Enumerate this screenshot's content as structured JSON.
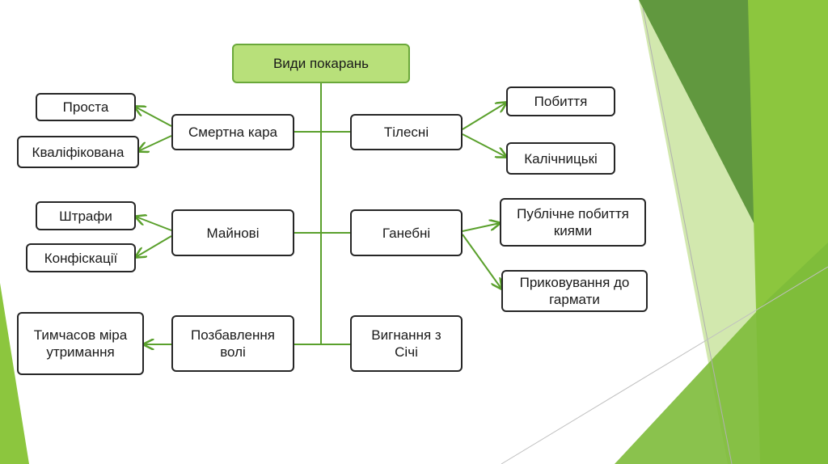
{
  "colors": {
    "connector": "#5aa02c",
    "root_fill": "#b8e07a",
    "root_border": "#6aa83a",
    "box_border": "#262626",
    "decor_light": "#c7e29a",
    "decor_mid": "#8cc63e",
    "decor_dark": "#4e8a2b"
  },
  "diagram": {
    "root": "Види покарань",
    "categories": {
      "death": "Смертна кара",
      "corporal": "Тілесні",
      "property": "Майнові",
      "shameful": "Ганебні",
      "liberty": "Позбавлення волі",
      "exile": "Вигнання з Січі"
    },
    "items": {
      "simple": "Проста",
      "qualified": "Кваліфікована",
      "beating": "Побиття",
      "mutilating": "Калічницькі",
      "fines": "Штрафи",
      "confiscation": "Конфіскації",
      "public_beating": "Публічне побиття киями",
      "chaining": "Приковування до гармати",
      "temporary": "Тимчасов міра утримання"
    }
  }
}
